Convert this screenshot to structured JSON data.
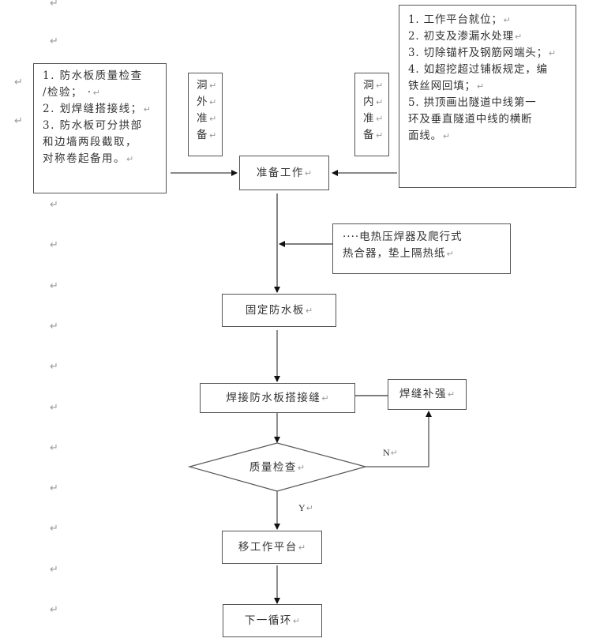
{
  "paragraph_mark": "↵",
  "left_margin_marks": {
    "top": [
      "↵",
      "↵"
    ],
    "side": [
      "↵",
      "↵"
    ],
    "column": [
      "↵",
      "↵",
      "↵",
      "↵",
      "↵",
      "↵",
      "↵",
      "↵",
      "↵",
      "↵",
      "↵"
    ]
  },
  "flowchart": {
    "left_note": {
      "lines": [
        "1. 防水板质量检查",
        "/检验； ·",
        "2. 划焊缝搭接线；",
        "3. 防水板可分拱部",
        "和边墙两段截取，",
        "对称卷起备用。"
      ]
    },
    "outside_prep": {
      "chars": [
        "洞",
        "外",
        "准",
        "备"
      ]
    },
    "inside_prep": {
      "chars": [
        "洞",
        "内",
        "准",
        "备"
      ]
    },
    "right_note": {
      "lines": [
        "1. 工作平台就位；",
        "2. 初支及渗漏水处理",
        "3. 切除锚杆及钢筋网端头；",
        "4. 如超挖超过铺板规定，编",
        "铁丝网回填；",
        "5. 拱顶画出隧道中线第一",
        "环及垂直隧道中线的横断",
        "面线。"
      ]
    },
    "prep_work": "准备工作",
    "tool_note": {
      "lines": [
        "····电热压焊器及爬行式",
        "热合器，垫上隔热纸"
      ]
    },
    "fix_board": "固定防水板",
    "weld_seam": "焊接防水板搭接缝",
    "weld_reinforce": "焊缝补强",
    "quality_check": "质量检查",
    "label_no": "N",
    "label_yes": "Y",
    "move_platform": "移工作平台",
    "next_cycle": "下一循环"
  }
}
